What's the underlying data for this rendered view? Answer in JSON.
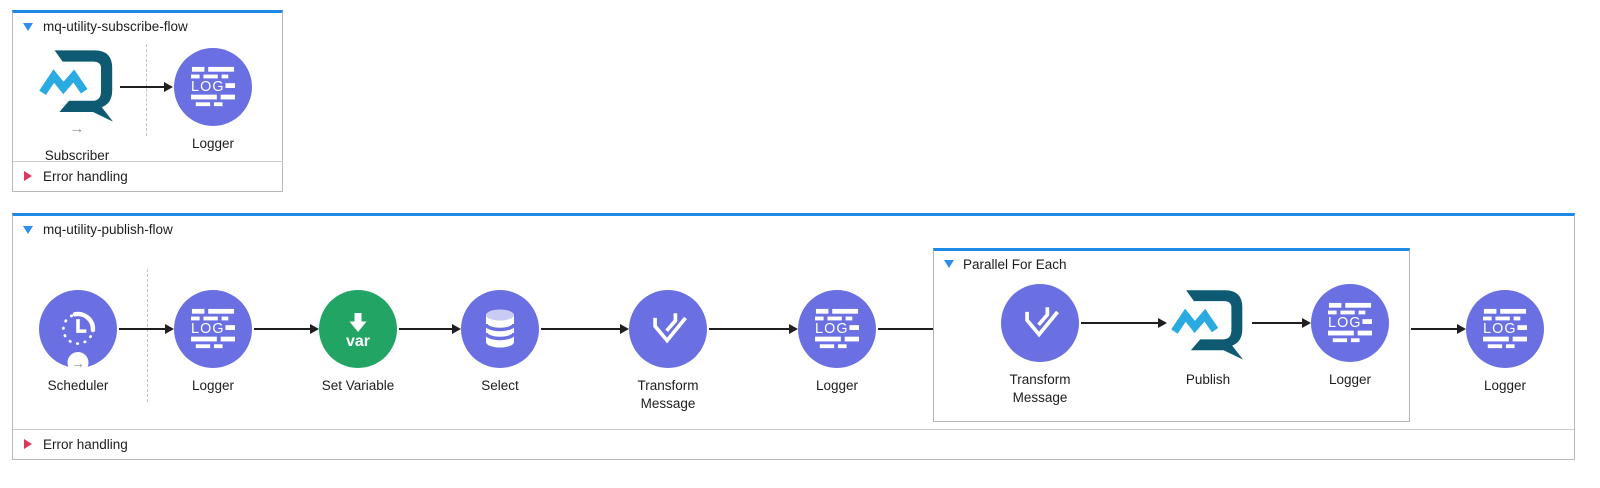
{
  "app": "Anypoint Studio flow editor canvas",
  "colors": {
    "accent_blue": "#1e88e5",
    "node_purple": "#6a70e2",
    "node_green": "#22a564",
    "mq_teal": "#0e5a73",
    "mq_light_blue": "#29abe2",
    "db_top_lavender": "#c8ccf5",
    "error_red": "#d83a5e",
    "border_gray": "#b9b9b9"
  },
  "glyphs": {
    "log": "LOG",
    "var": "var",
    "source_arrow": "→"
  },
  "flows": [
    {
      "title": "mq-utility-subscribe-flow",
      "error_handling": "Error handling",
      "nodes": [
        {
          "label": "Subscriber",
          "type": "anypoint-mq-subscriber"
        },
        {
          "label": "Logger",
          "type": "logger"
        }
      ]
    },
    {
      "title": "mq-utility-publish-flow",
      "error_handling": "Error handling",
      "nodes": [
        {
          "label": "Scheduler",
          "type": "scheduler"
        },
        {
          "label": "Logger",
          "type": "logger"
        },
        {
          "label": "Set Variable",
          "type": "set-variable"
        },
        {
          "label": "Select",
          "type": "database-select"
        },
        {
          "label": "Transform Message",
          "type": "transform-message"
        },
        {
          "label": "Logger",
          "type": "logger"
        }
      ],
      "scope": {
        "title": "Parallel For Each",
        "nodes": [
          {
            "label": "Transform Message",
            "type": "transform-message"
          },
          {
            "label": "Publish",
            "type": "anypoint-mq-publish"
          },
          {
            "label": "Logger",
            "type": "logger"
          }
        ]
      },
      "tail_nodes": [
        {
          "label": "Logger",
          "type": "logger"
        }
      ]
    }
  ]
}
